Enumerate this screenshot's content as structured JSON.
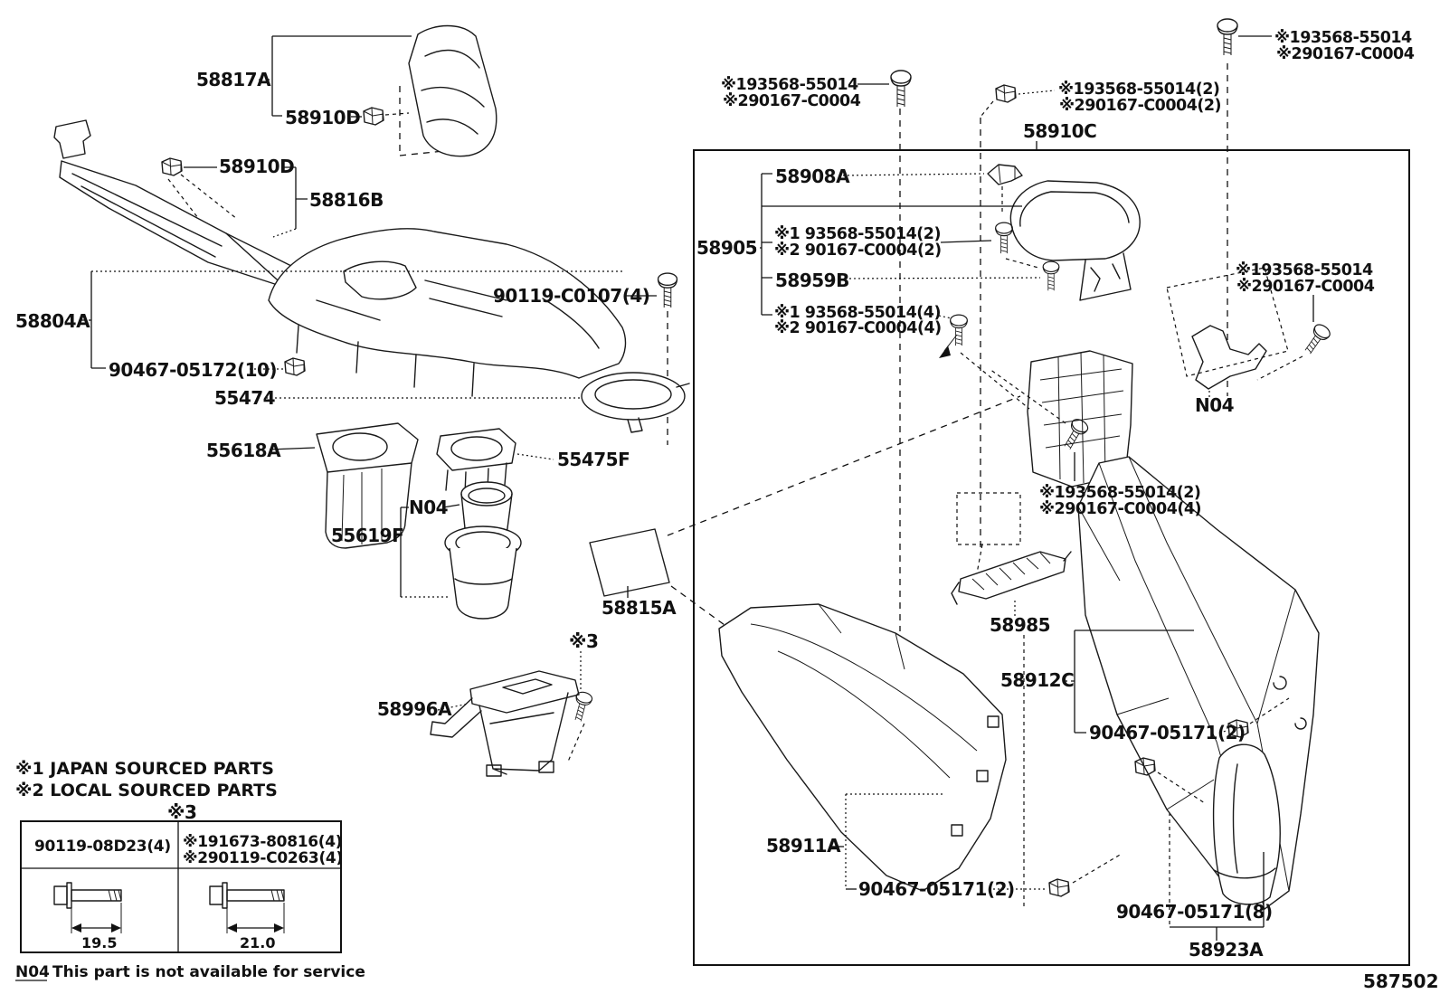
{
  "diagram": {
    "doc_number": "587502",
    "colors": {
      "ink": "#111111",
      "background": "#ffffff"
    },
    "callouts": {
      "p58817a": "58817A",
      "p58910d_top": "58910D",
      "p58910d_left": "58910D",
      "p58816b": "58816B",
      "p58804a": "58804A",
      "p90467_05172_10": "90467-05172(10)",
      "p90119_c0107_4": "90119-C0107(4)",
      "p55474": "55474",
      "p55618a": "55618A",
      "p55475f": "55475F",
      "n04_cup": "N04",
      "p55619f": "55619F",
      "p58815a": "58815A",
      "ref3_bolt": "※3",
      "p58996a": "58996A",
      "ib_tl_f1": "※193568-55014",
      "ib_tl_f2": "※290167-C0004",
      "ib_tr_f1": "※193568-55014(2)",
      "ib_tr_f2": "※290167-C0004(2)",
      "p58910c": "58910C",
      "tr_f1": "※193568-55014",
      "tr_f2": "※290167-C0004",
      "p58905": "58905",
      "p58908a": "58908A",
      "in2_f1": "※1 93568-55014(2)",
      "in2_f2": "※2 90167-C0004(2)",
      "p58959b": "58959B",
      "in4_f1": "※1 93568-55014(4)",
      "in4_f2": "※2 90167-C0004(4)",
      "mr_f1": "※193568-55014",
      "mr_f2": "※290167-C0004",
      "n04_bracket": "N04",
      "c24_f1": "※193568-55014(2)",
      "c24_f2": "※290167-C0004(4)",
      "p58985": "58985",
      "p58912c": "58912C",
      "p90467_05171_2a": "90467-05171(2)",
      "p58911a": "58911A",
      "p90467_05171_2b": "90467-05171(2)",
      "p90467_05171_8": "90467-05171(8)",
      "p58923a": "58923A"
    },
    "legend": {
      "note1": "※1 JAPAN SOURCED PARTS",
      "note2": "※2 LOCAL SOURCED PARTS",
      "table_ref": "※3",
      "na_code": "N04",
      "na_text": "This part is not available for service"
    },
    "fastener_table": {
      "col1_part": "90119-08D23(4)",
      "col2_part1": "※191673-80816(4)",
      "col2_part2": "※290119-C0263(4)",
      "dim1": "19.5",
      "dim2": "21.0"
    }
  }
}
